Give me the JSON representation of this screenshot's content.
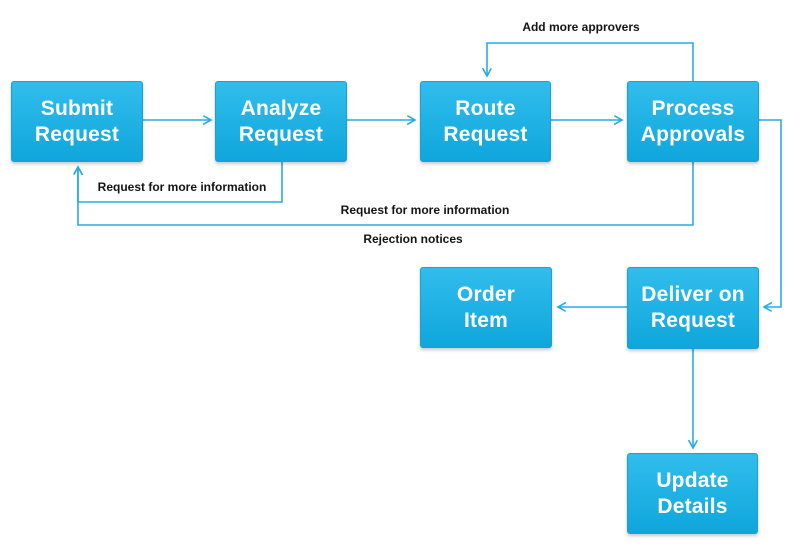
{
  "diagram": {
    "type": "flowchart",
    "nodes": {
      "submit": "Submit\nRequest",
      "analyze": "Analyze\nRequest",
      "route": "Route\nRequest",
      "process": "Process\nApprovals",
      "order": "Order\nItem",
      "deliver": "Deliver on\nRequest",
      "update": "Update\nDetails"
    },
    "edge_labels": {
      "add_more_approvers": "Add more approvers",
      "request_more_info_1": "Request for more information",
      "request_more_info_2": "Request for more information",
      "rejection_notices": "Rejection notices"
    },
    "edges": [
      {
        "from": "submit",
        "to": "analyze",
        "label": ""
      },
      {
        "from": "analyze",
        "to": "route",
        "label": ""
      },
      {
        "from": "route",
        "to": "process",
        "label": ""
      },
      {
        "from": "process",
        "to": "route",
        "label": "Add more approvers"
      },
      {
        "from": "analyze",
        "to": "submit",
        "label": "Request for more information"
      },
      {
        "from": "process",
        "to": "submit",
        "label": "Request for more information / Rejection notices"
      },
      {
        "from": "process",
        "to": "deliver",
        "label": ""
      },
      {
        "from": "deliver",
        "to": "order",
        "label": ""
      },
      {
        "from": "deliver",
        "to": "update",
        "label": ""
      }
    ],
    "colors": {
      "line": "#29abe2",
      "box_top": "#31bdec",
      "box_bottom": "#0fa6dc",
      "box_border": "#1b9fd6",
      "label_text": "#141414",
      "node_text": "#ffffff"
    }
  }
}
